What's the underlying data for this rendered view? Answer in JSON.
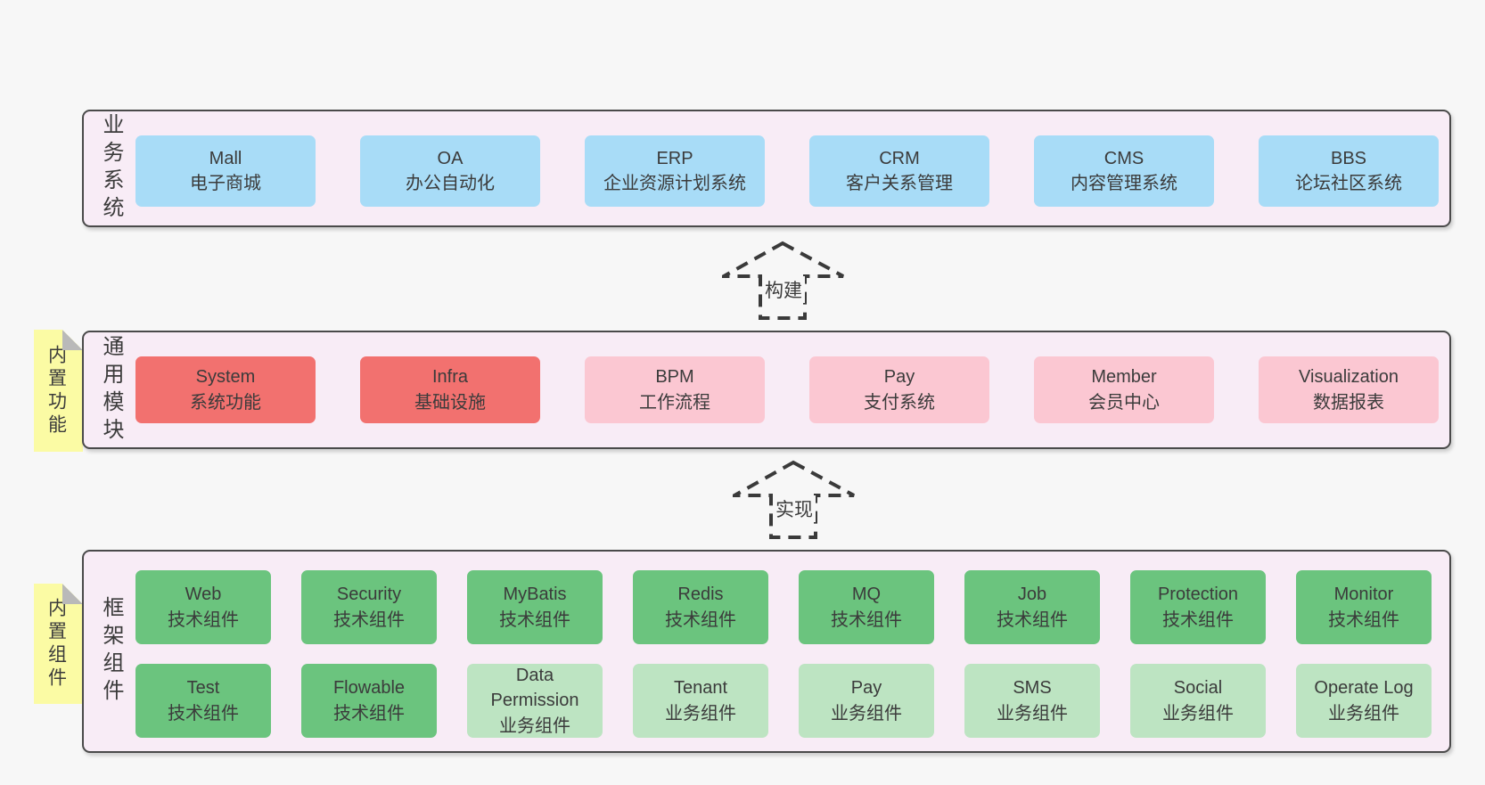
{
  "colors": {
    "page_bg": "#f7f7f7",
    "panel_bg": "#f8ecf6",
    "panel_border": "#4a4a4a",
    "blue": "#a8dcf7",
    "red": "#f2716f",
    "pink": "#fbc7d2",
    "green": "#6bc47e",
    "light_green": "#bde4c2",
    "sticky_yellow": "#fbfba4",
    "sticky_fold": "#b9b9b9",
    "text": "#3b3b3b"
  },
  "bands": [
    {
      "label": "业务系统",
      "boxes": [
        {
          "name": "mall",
          "title": "Mall",
          "subtitle": "电子商城",
          "variant": "blue"
        },
        {
          "name": "oa",
          "title": "OA",
          "subtitle": "办公自动化",
          "variant": "blue"
        },
        {
          "name": "erp",
          "title": "ERP",
          "subtitle": "企业资源计划系统",
          "variant": "blue"
        },
        {
          "name": "crm",
          "title": "CRM",
          "subtitle": "客户关系管理",
          "variant": "blue"
        },
        {
          "name": "cms",
          "title": "CMS",
          "subtitle": "内容管理系统",
          "variant": "blue"
        },
        {
          "name": "bbs",
          "title": "BBS",
          "subtitle": "论坛社区系统",
          "variant": "blue"
        }
      ]
    },
    {
      "label": "通用模块",
      "sticky": "内置功能",
      "boxes": [
        {
          "name": "system",
          "title": "System",
          "subtitle": "系统功能",
          "variant": "red"
        },
        {
          "name": "infra",
          "title": "Infra",
          "subtitle": "基础设施",
          "variant": "red"
        },
        {
          "name": "bpm",
          "title": "BPM",
          "subtitle": "工作流程",
          "variant": "pink"
        },
        {
          "name": "pay",
          "title": "Pay",
          "subtitle": "支付系统",
          "variant": "pink"
        },
        {
          "name": "member",
          "title": "Member",
          "subtitle": "会员中心",
          "variant": "pink"
        },
        {
          "name": "visualization",
          "title": "Visualization",
          "subtitle": "数据报表",
          "variant": "pink"
        }
      ]
    },
    {
      "label": "框架组件",
      "sticky": "内置组件",
      "rows": [
        [
          {
            "name": "web",
            "title": "Web",
            "subtitle": "技术组件",
            "variant": "green"
          },
          {
            "name": "security",
            "title": "Security",
            "subtitle": "技术组件",
            "variant": "green"
          },
          {
            "name": "mybatis",
            "title": "MyBatis",
            "subtitle": "技术组件",
            "variant": "green"
          },
          {
            "name": "redis",
            "title": "Redis",
            "subtitle": "技术组件",
            "variant": "green"
          },
          {
            "name": "mq",
            "title": "MQ",
            "subtitle": "技术组件",
            "variant": "green"
          },
          {
            "name": "job",
            "title": "Job",
            "subtitle": "技术组件",
            "variant": "green"
          },
          {
            "name": "protection",
            "title": "Protection",
            "subtitle": "技术组件",
            "variant": "green"
          },
          {
            "name": "monitor",
            "title": "Monitor",
            "subtitle": "技术组件",
            "variant": "green"
          }
        ],
        [
          {
            "name": "test",
            "title": "Test",
            "subtitle": "技术组件",
            "variant": "green"
          },
          {
            "name": "flowable",
            "title": "Flowable",
            "subtitle": "技术组件",
            "variant": "green"
          },
          {
            "name": "data-permission",
            "title": "Data Permission",
            "subtitle": "业务组件",
            "variant": "light-green"
          },
          {
            "name": "tenant",
            "title": "Tenant",
            "subtitle": "业务组件",
            "variant": "light-green"
          },
          {
            "name": "pay-component",
            "title": "Pay",
            "subtitle": "业务组件",
            "variant": "light-green"
          },
          {
            "name": "sms",
            "title": "SMS",
            "subtitle": "业务组件",
            "variant": "light-green"
          },
          {
            "name": "social",
            "title": "Social",
            "subtitle": "业务组件",
            "variant": "light-green"
          },
          {
            "name": "operate-log",
            "title": "Operate Log",
            "subtitle": "业务组件",
            "variant": "light-green"
          }
        ]
      ]
    }
  ],
  "arrows": [
    {
      "label": "构建"
    },
    {
      "label": "实现"
    }
  ]
}
